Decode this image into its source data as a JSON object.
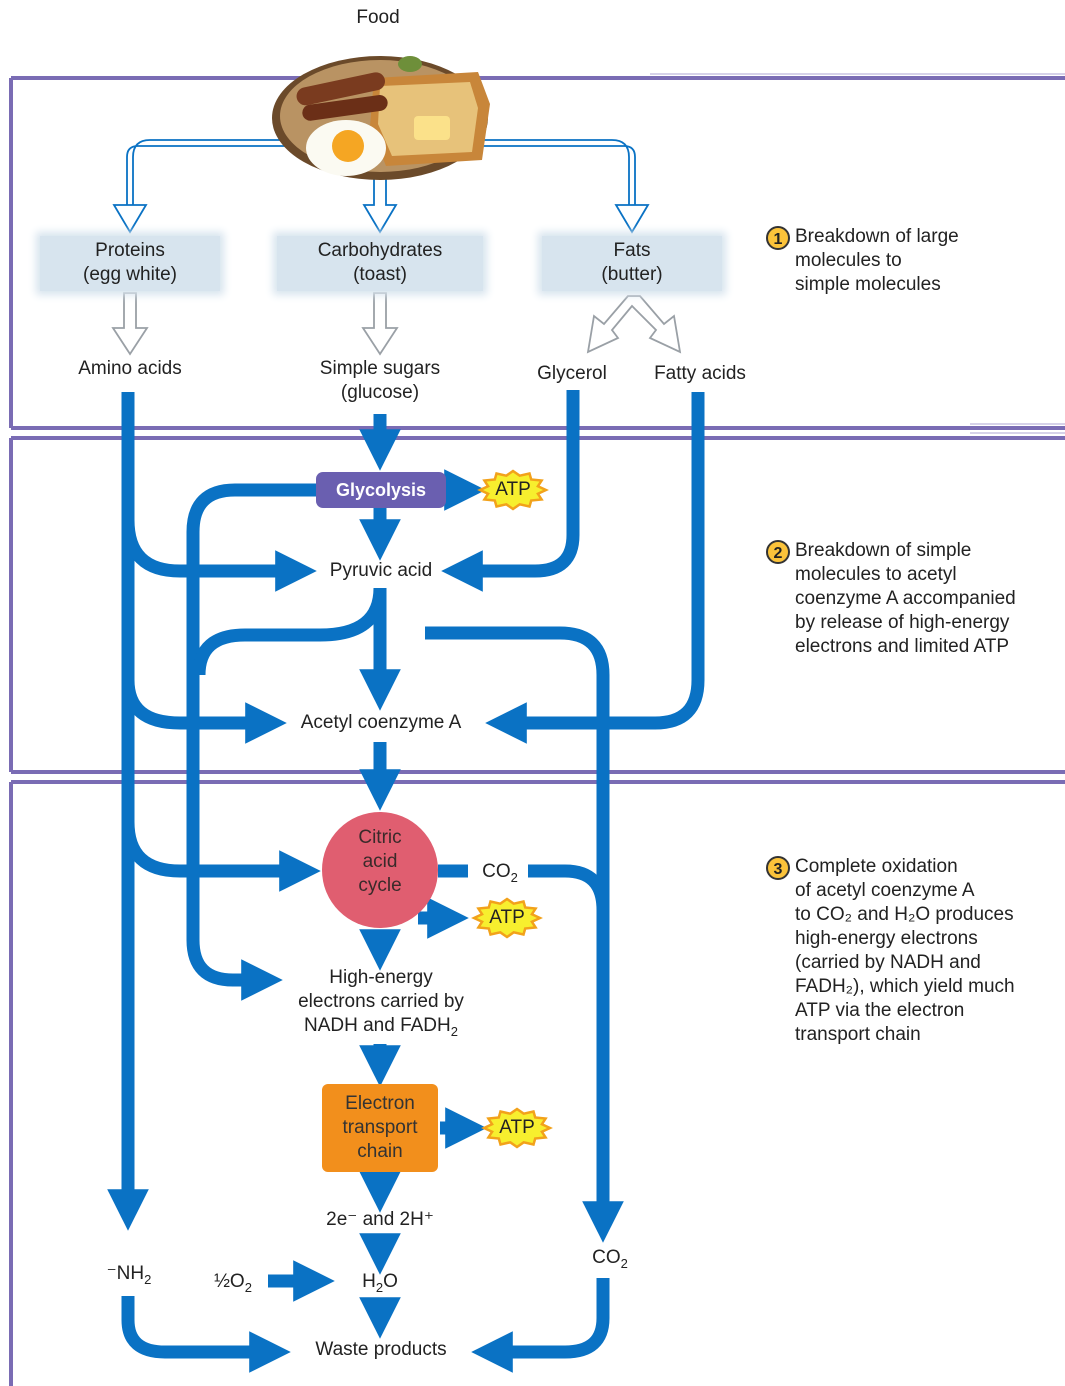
{
  "header": {
    "food": "Food"
  },
  "stage1": {
    "proteins": "Proteins",
    "proteins_sub": "(egg white)",
    "carbs": "Carbohydrates",
    "carbs_sub": "(toast)",
    "fats": "Fats",
    "fats_sub": "(butter)",
    "amino_acids": "Amino acids",
    "simple_sugars": "Simple sugars",
    "simple_sugars_sub": "(glucose)",
    "glycerol": "Glycerol",
    "fatty_acids": "Fatty acids"
  },
  "stage2": {
    "glycolysis": "Glycolysis",
    "pyruvic_acid": "Pyruvic acid",
    "acetyl_coa": "Acetyl coenzyme A"
  },
  "stage3": {
    "citric": "Citric",
    "acid": "acid",
    "cycle": "cycle",
    "co2_a": "CO",
    "hee_line1": "High-energy",
    "hee_line2": "electrons carried by",
    "hee_line3": "NADH and FADH",
    "etc_line1": "Electron",
    "etc_line2": "transport",
    "etc_line3": "chain",
    "electrons": "2e⁻ and 2H⁺",
    "nh2": "⁻NH",
    "half_o2": "½O",
    "h2o_h": "H",
    "h2o_o": "O",
    "co2_b": "CO",
    "waste": "Waste products"
  },
  "atp_label": "ATP",
  "steps": [
    {
      "number": "1",
      "text": "Breakdown of large\nmolecules to\nsimple molecules"
    },
    {
      "number": "2",
      "text": "Breakdown of simple\nmolecules to acetyl\ncoenzyme A accompanied\nby release of high-energy\nelectrons and limited ATP"
    },
    {
      "number": "3",
      "text": "Complete oxidation\nof acetyl coenzyme A\nto CO₂ and H₂O produces\nhigh-energy electrons\n(carried by NADH and\nFADH₂), which yield much\nATP via the electron\ntransport chain"
    }
  ],
  "colors": {
    "arrow": "#0a72c4",
    "divider": "#7a6cb4",
    "glycolysis": "#6a5fb0",
    "citric_cycle": "#e05e70",
    "etc": "#f28f1c",
    "atp_burst": "#f7ef2e",
    "stage1_box": "#d7e4ee"
  },
  "icons": {
    "food_plate": "food-plate-illustration"
  }
}
